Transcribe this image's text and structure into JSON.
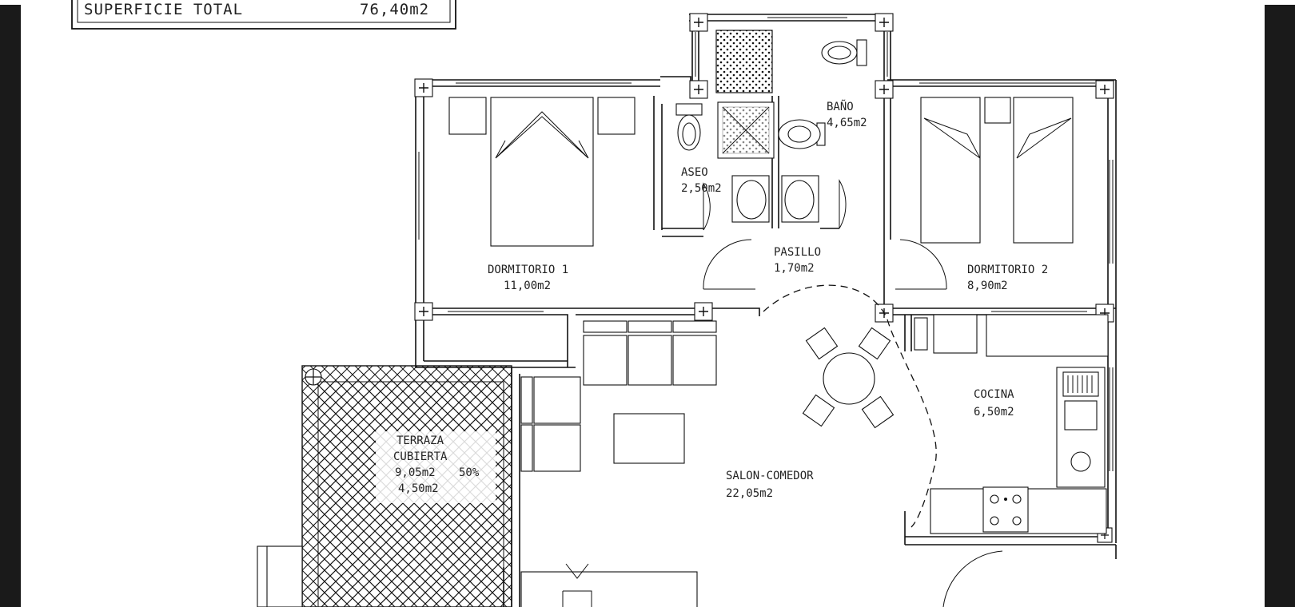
{
  "header": {
    "label": "SUPERFICIE TOTAL",
    "value": "76,40m2"
  },
  "rooms": {
    "bano": {
      "name": "BAÑO",
      "area": "4,65m2"
    },
    "aseo": {
      "name": "ASEO",
      "area": "2,50m2"
    },
    "pasillo": {
      "name": "PASILLO",
      "area": "1,70m2"
    },
    "dormitorio1": {
      "name": "DORMITORIO 1",
      "area": "11,00m2"
    },
    "dormitorio2": {
      "name": "DORMITORIO 2",
      "area": "8,90m2"
    },
    "cocina": {
      "name": "COCINA",
      "area": "6,50m2"
    },
    "salon": {
      "name": "SALON-COMEDOR",
      "area": "22,05m2"
    },
    "terraza": {
      "name1": "TERRAZA",
      "name2": "CUBIERTA",
      "area": "9,05m2",
      "pct": "50%",
      "area_pct": "4,50m2"
    }
  },
  "colors": {
    "ink": "#111111",
    "background": "#ffffff",
    "border": "#1a1a1a"
  }
}
